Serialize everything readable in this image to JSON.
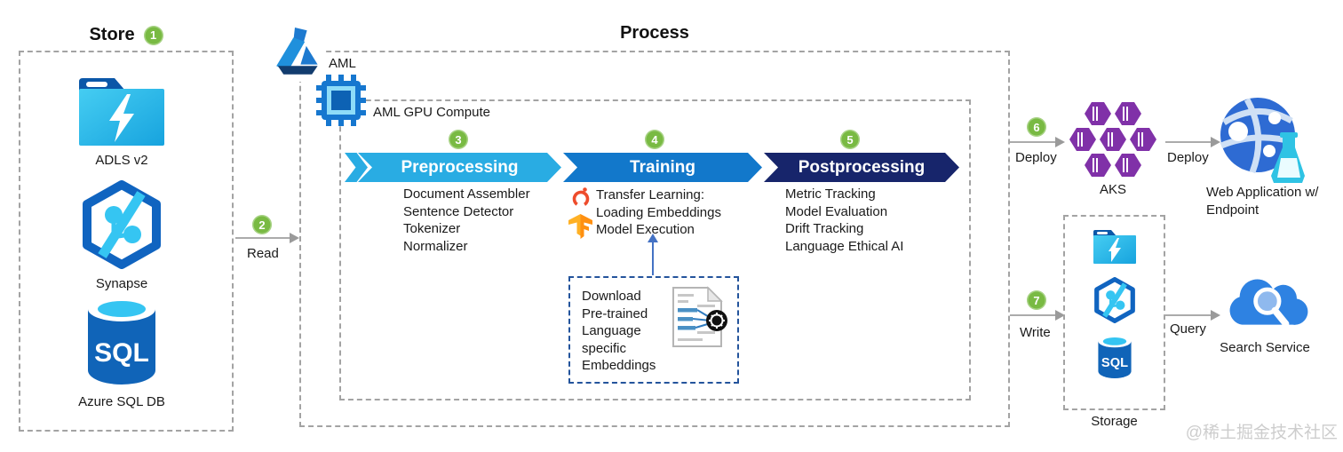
{
  "store": {
    "title": "Store",
    "badge": "1",
    "items": [
      {
        "label": "ADLS v2",
        "icon": "adls-folder-icon"
      },
      {
        "label": "Synapse",
        "icon": "synapse-icon"
      },
      {
        "label": "Azure SQL DB",
        "icon": "sql-db-icon"
      }
    ]
  },
  "flows": {
    "read": {
      "badge": "2",
      "label": "Read"
    },
    "deploy1": {
      "badge": "6",
      "label": "Deploy"
    },
    "deploy2": {
      "label": "Deploy"
    },
    "write": {
      "badge": "7",
      "label": "Write"
    },
    "query": {
      "label": "Query"
    }
  },
  "process": {
    "title": "Process",
    "aml_label": "AML",
    "gpu_label": "AML GPU Compute",
    "stages": [
      {
        "badge": "3",
        "label": "Preprocessing",
        "items": [
          "Document Assembler",
          "Sentence Detector",
          "Tokenizer",
          "Normalizer"
        ]
      },
      {
        "badge": "4",
        "label": "Training",
        "items": [
          "Transfer Learning:",
          "Loading Embeddings",
          "Model Execution"
        ]
      },
      {
        "badge": "5",
        "label": "Postprocessing",
        "items": [
          "Metric Tracking",
          "Model Evaluation",
          "Drift Tracking",
          "Language Ethical AI"
        ]
      }
    ],
    "embeddings_box": {
      "lines": [
        "Download",
        "Pre-trained",
        "Language",
        "specific",
        "Embeddings"
      ]
    }
  },
  "deploy_targets": {
    "aks_label": "AKS",
    "webapp_line1": "Web Application w/",
    "webapp_line2": "Endpoint"
  },
  "storage": {
    "title": "Storage"
  },
  "search": {
    "label": "Search Service"
  },
  "watermark": "@稀土掘金技术社区",
  "colors": {
    "badge_green": "#79ba43",
    "banner_preprocessing": "#29ace3",
    "banner_training": "#1278cb",
    "banner_postprocessing": "#17256b",
    "arrow_gray": "#ababab",
    "up_arrow_blue": "#4472c4",
    "dashed_gray": "#a3a3a3",
    "dashed_blue": "#24549c",
    "aks_purple": "#8031a8",
    "pytorch_red": "#ee4c2c",
    "tensorflow_orange": "#ff9010"
  }
}
